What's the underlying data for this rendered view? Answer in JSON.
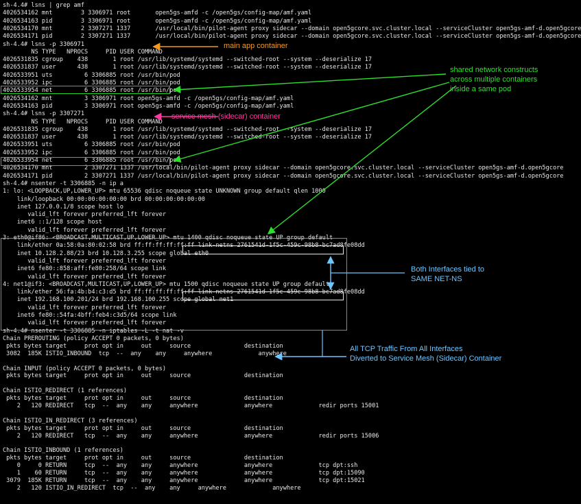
{
  "terminal": {
    "lines": [
      "sh-4.4# lsns | grep amf",
      "4026534162 mnt        3 3306971 root       open5gs-amfd -c /open5gs/config-map/amf.yaml",
      "4026534163 pid        3 3306971 root       open5gs-amfd -c /open5gs/config-map/amf.yaml",
      "4026534170 mnt        2 3307271 1337       /usr/local/bin/pilot-agent proxy sidecar --domain open5gcore.svc.cluster.local --serviceCluster open5gs-amf-d.open5gcore",
      "4026534171 pid        2 3307271 1337       /usr/local/bin/pilot-agent proxy sidecar --domain open5gcore.svc.cluster.local --serviceCluster open5gs-amf-d.open5gcore",
      "sh-4.4# lsns -p 3306971",
      "        NS TYPE   NPROCS     PID USER COMMAND",
      "4026531835 cgroup    438       1 root /usr/lib/systemd/systemd --switched-root --system --deserialize 17",
      "4026531837 user      438       1 root /usr/lib/systemd/systemd --switched-root --system --deserialize 17",
      "4026533951 uts         6 3306885 root /usr/bin/pod",
      "4026533952 ipc         6 3306885 root /usr/bin/pod",
      "4026533954 net         6 3306885 root /usr/bin/pod",
      "4026534162 mnt         3 3306971 root open5gs-amfd -c /open5gs/config-map/amf.yaml",
      "4026534163 pid         3 3306971 root open5gs-amfd -c /open5gs/config-map/amf.yaml",
      "sh-4.4# lsns -p 3307271",
      "        NS TYPE   NPROCS     PID USER COMMAND",
      "4026531835 cgroup    438       1 root /usr/lib/systemd/systemd --switched-root --system --deserialize 17",
      "4026531837 user      438       1 root /usr/lib/systemd/systemd --switched-root --system --deserialize 17",
      "4026533951 uts         6 3306885 root /usr/bin/pod",
      "4026533952 ipc         6 3306885 root /usr/bin/pod",
      "4026533954 net         6 3306885 root /usr/bin/pod",
      "4026534170 mnt         2 3307271 1337 /usr/local/bin/pilot-agent proxy sidecar --domain open5gcore.svc.cluster.local --serviceCluster open5gs-amf-d.open5gcore",
      "4026534171 pid         2 3307271 1337 /usr/local/bin/pilot-agent proxy sidecar --domain open5gcore.svc.cluster.local --serviceCluster open5gs-amf-d.open5gcore",
      "sh-4.4# nsenter -t 3306885 -n ip a",
      "1: lo: <LOOPBACK,UP,LOWER_UP> mtu 65536 qdisc noqueue state UNKNOWN group default qlen 1000",
      "    link/loopback 00:00:00:00:00:00 brd 00:00:00:00:00:00",
      "    inet 127.0.0.1/8 scope host lo",
      "       valid_lft forever preferred_lft forever",
      "    inet6 ::1/128 scope host",
      "       valid_lft forever preferred_lft forever",
      "3: eth0@if86: <BROADCAST,MULTICAST,UP,LOWER_UP> mtu 1400 qdisc noqueue state UP group default",
      "    link/ether 0a:58:0a:80:02:58 brd ff:ff:ff:ff:ff:ff link-netns 2761541d-1f5c-459c-98b8-bc7ad8fe08dd",
      "    inet 10.128.2.88/23 brd 10.128.3.255 scope global eth0",
      "       valid_lft forever preferred_lft forever",
      "    inet6 fe80::858:aff:fe80:258/64 scope link",
      "       valid_lft forever preferred_lft forever",
      "4: net1@if3: <BROADCAST,MULTICAST,UP,LOWER_UP> mtu 1500 qdisc noqueue state UP group default",
      "    link/ether 56:fa:4b:b4:c3:d5 brd ff:ff:ff:ff:ff:ff link-netns 2761541d-1f5c-459c-98b8-bc7ad8fe08dd",
      "    inet 192.168.100.201/24 brd 192.168.100.255 scope global net1",
      "       valid_lft forever preferred_lft forever",
      "    inet6 fe80::54fa:4bff:feb4:c3d5/64 scope link",
      "       valid_lft forever preferred_lft forever",
      "sh-4.4# nsenter -t 3306885 -n iptables -L -t nat -v",
      "Chain PREROUTING (policy ACCEPT 0 packets, 0 bytes)",
      " pkts bytes target     prot opt in     out     source               destination",
      " 3082  185K ISTIO_INBOUND  tcp  --  any    any     anywhere             anywhere",
      "",
      "Chain INPUT (policy ACCEPT 0 packets, 0 bytes)",
      " pkts bytes target     prot opt in     out     source               destination",
      "",
      "Chain ISTIO_REDIRECT (1 references)",
      " pkts bytes target     prot opt in     out     source               destination",
      "    2   120 REDIRECT   tcp  --  any    any     anywhere             anywhere             redir ports 15001",
      "",
      "Chain ISTIO_IN_REDIRECT (3 references)",
      " pkts bytes target     prot opt in     out     source               destination",
      "    2   120 REDIRECT   tcp  --  any    any     anywhere             anywhere             redir ports 15006",
      "",
      "Chain ISTIO_INBOUND (1 references)",
      " pkts bytes target     prot opt in     out     source               destination",
      "    0     0 RETURN     tcp  --  any    any     anywhere             anywhere             tcp dpt:ssh",
      "    1    60 RETURN     tcp  --  any    any     anywhere             anywhere             tcp dpt:15090",
      " 3079  185K RETURN     tcp  --  any    any     anywhere             anywhere             tcp dpt:15021",
      "    2   120 ISTIO_IN_REDIRECT  tcp  --  any    any     anywhere             anywhere"
    ]
  },
  "annotations": {
    "main_app": "main app container",
    "sidecar": "service mesh (sidecar) container",
    "shared_net": "shared network constructs\nacross multiple containers\ninside a same pod",
    "same_netns": "Both Interfaces tied to\nSAME NET-NS",
    "tcp_traffic": "All TCP Traffic From All Interfaces\nDiverted to Service Mesh (Sidecar) Container"
  },
  "colors": {
    "green": "#2ee02e",
    "orange": "#f39a22",
    "pink": "#ff3aa0",
    "blue": "#6ec6ff",
    "terminal_bg": "#000000",
    "terminal_fg": "#e8e8e8"
  }
}
